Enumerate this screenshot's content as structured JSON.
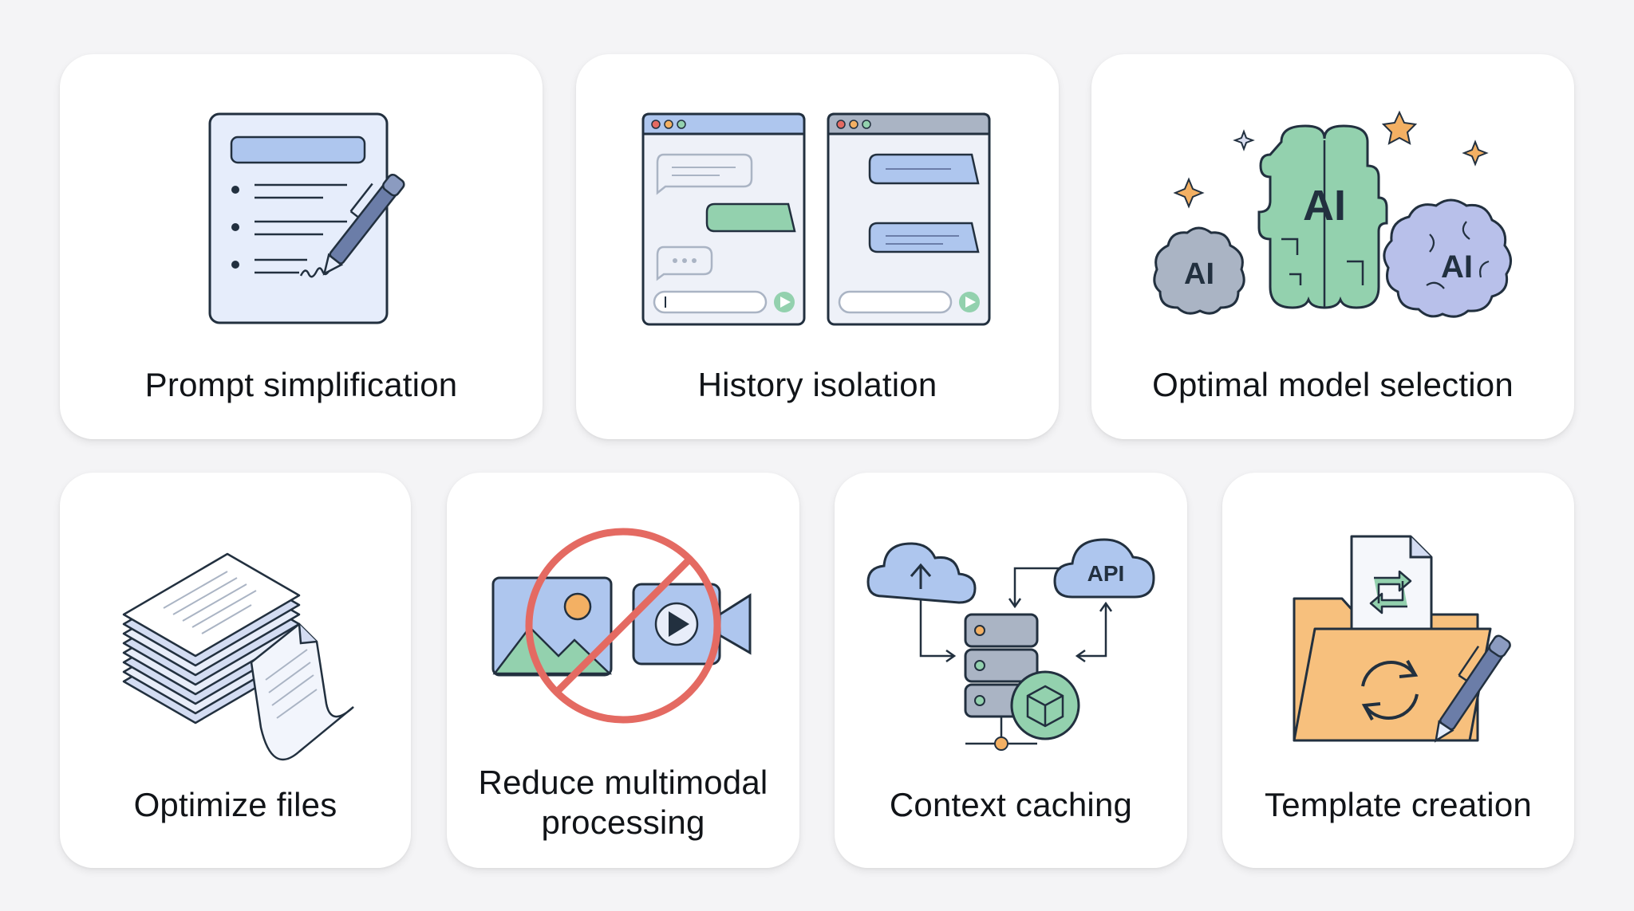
{
  "cards": [
    {
      "label": "Prompt simplification",
      "icon": "document-pen-icon"
    },
    {
      "label": "History isolation",
      "icon": "chat-windows-icon"
    },
    {
      "label": "Optimal model selection",
      "icon": "ai-brains-icon",
      "ai_text": [
        "AI",
        "AI",
        "AI"
      ]
    },
    {
      "label": "Optimize files",
      "icon": "file-stack-icon"
    },
    {
      "label_lines": [
        "Reduce multimodal",
        "processing"
      ],
      "icon": "no-media-icon"
    },
    {
      "label": "Context caching",
      "icon": "cache-server-icon",
      "api_text": "API"
    },
    {
      "label": "Template creation",
      "icon": "folder-template-icon"
    }
  ],
  "colors": {
    "background": "#f4f4f6",
    "card": "#ffffff",
    "blue": "#aec6ee",
    "green": "#93d1ae",
    "gray": "#aab4c4",
    "purple": "#b8c0ea",
    "orange": "#f7c07d",
    "red": "#e46a62",
    "star": "#f3b063",
    "outline": "#22303f"
  }
}
